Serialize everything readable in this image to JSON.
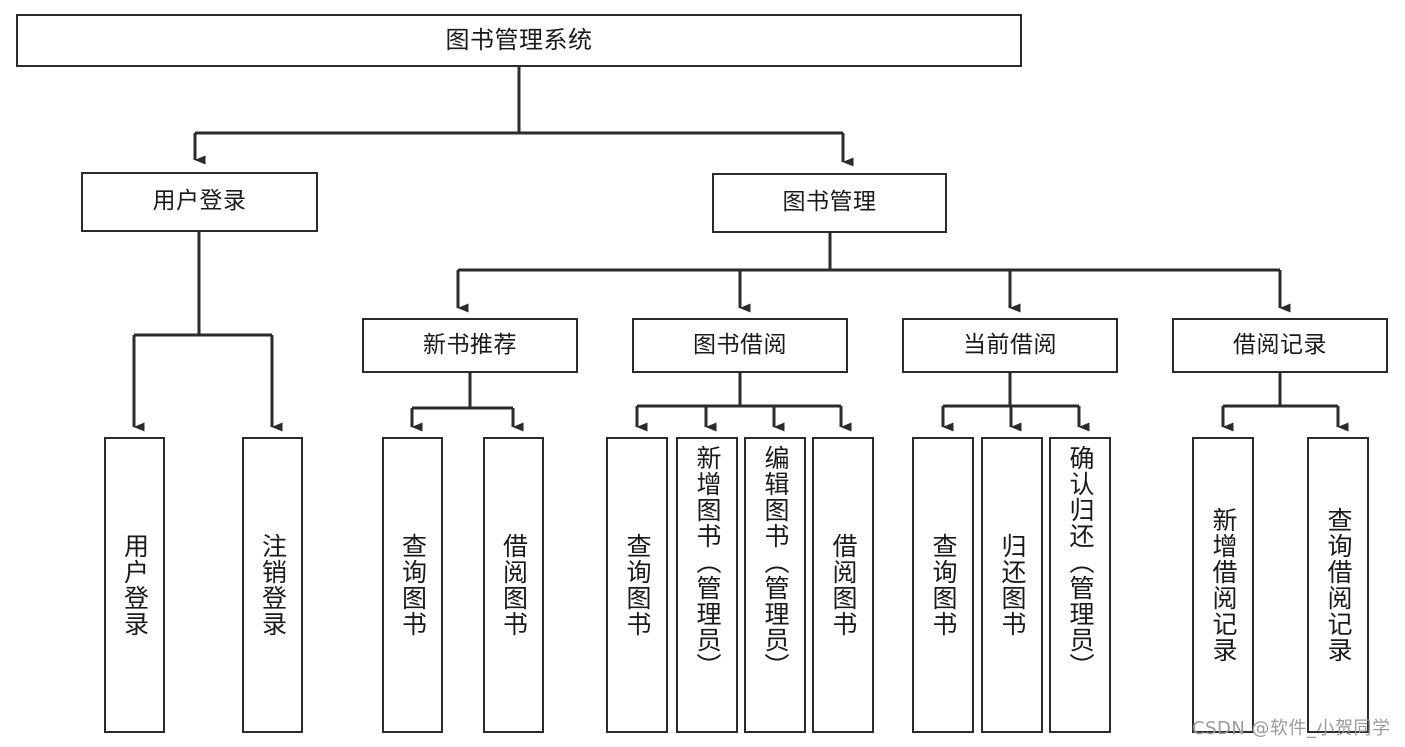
{
  "diagram": {
    "title": "图书管理系统",
    "watermark": "CSDN @软件_小贺同学",
    "line_color": "#2b2b2b",
    "box_fill": "#ffffff",
    "text_color": "#1a1a1a",
    "watermark_color": "#9a9a9a",
    "root": {
      "label": "图书管理系统"
    },
    "level2": [
      {
        "label": "用户登录"
      },
      {
        "label": "图书管理"
      }
    ],
    "level3": [
      {
        "label": "新书推荐"
      },
      {
        "label": "图书借阅"
      },
      {
        "label": "当前借阅"
      },
      {
        "label": "借阅记录"
      }
    ],
    "leaves": {
      "user_login": [
        {
          "label": "用户登录"
        },
        {
          "label": "注销登录"
        }
      ],
      "new_book": [
        {
          "label": "查询图书"
        },
        {
          "label": "借阅图书"
        }
      ],
      "borrow_book": [
        {
          "label": "查询图书"
        },
        {
          "label": "新增图书（管理员）"
        },
        {
          "label": "编辑图书（管理员）"
        },
        {
          "label": "借阅图书"
        }
      ],
      "current_borrow": [
        {
          "label": "查询图书"
        },
        {
          "label": "归还图书"
        },
        {
          "label": "确认归还（管理员）"
        }
      ],
      "borrow_record": [
        {
          "label": "新增借阅记录"
        },
        {
          "label": "查询借阅记录"
        }
      ]
    }
  }
}
